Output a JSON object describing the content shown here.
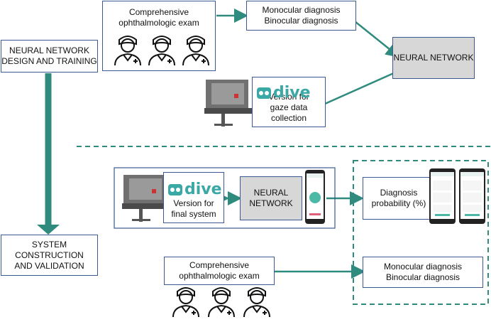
{
  "labels": {
    "design": [
      "NEURAL NETWORK",
      "DESIGN AND TRAINING"
    ],
    "validation": [
      "SYSTEM",
      "CONSTRUCTION",
      "AND VALIDATION"
    ]
  },
  "top": {
    "exam": [
      "Comprehensive",
      "ophthalmologic exam"
    ],
    "diagnosis": [
      "Monocular diagnosis",
      "Binocular diagnosis"
    ],
    "neural_network": "NEURAL NETWORK",
    "dive_brand": "dive",
    "dive_version": [
      "Version for",
      "gaze data collection"
    ]
  },
  "bottom": {
    "dive_brand": "dive",
    "dive_version": [
      "Version for",
      "final system"
    ],
    "neural_network": [
      "NEURAL",
      "NETWORK"
    ],
    "probability": [
      "Diagnosis",
      "probability (%)"
    ],
    "exam": [
      "Comprehensive",
      "ophthalmologic exam"
    ],
    "diagnosis": [
      "Monocular diagnosis",
      "Binocular diagnosis"
    ]
  },
  "colors": {
    "accent": "#2e8b7e",
    "box_border": "#3b5a93",
    "nn_fill": "#d7d7d7"
  },
  "icons": [
    "doctor-icon",
    "dive-device-icon",
    "smartphone-icon"
  ]
}
